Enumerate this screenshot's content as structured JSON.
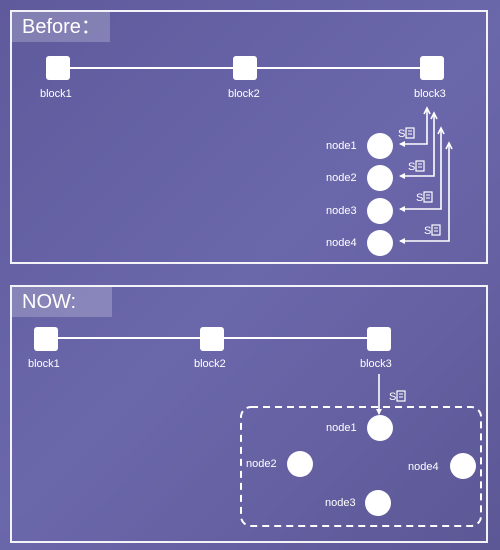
{
  "before": {
    "title": "Before：",
    "blocks": [
      "block1",
      "block2",
      "block3"
    ],
    "nodes": [
      "node1",
      "node2",
      "node3",
      "node4"
    ],
    "sync_icon": "S-doc-icon"
  },
  "now": {
    "title": "NOW:",
    "blocks": [
      "block1",
      "block2",
      "block3"
    ],
    "nodes": [
      "node1",
      "node2",
      "node4",
      "node3"
    ],
    "sync_icon": "S-doc-icon"
  },
  "colors": {
    "background": "#625ea0",
    "line": "#ffffff"
  }
}
